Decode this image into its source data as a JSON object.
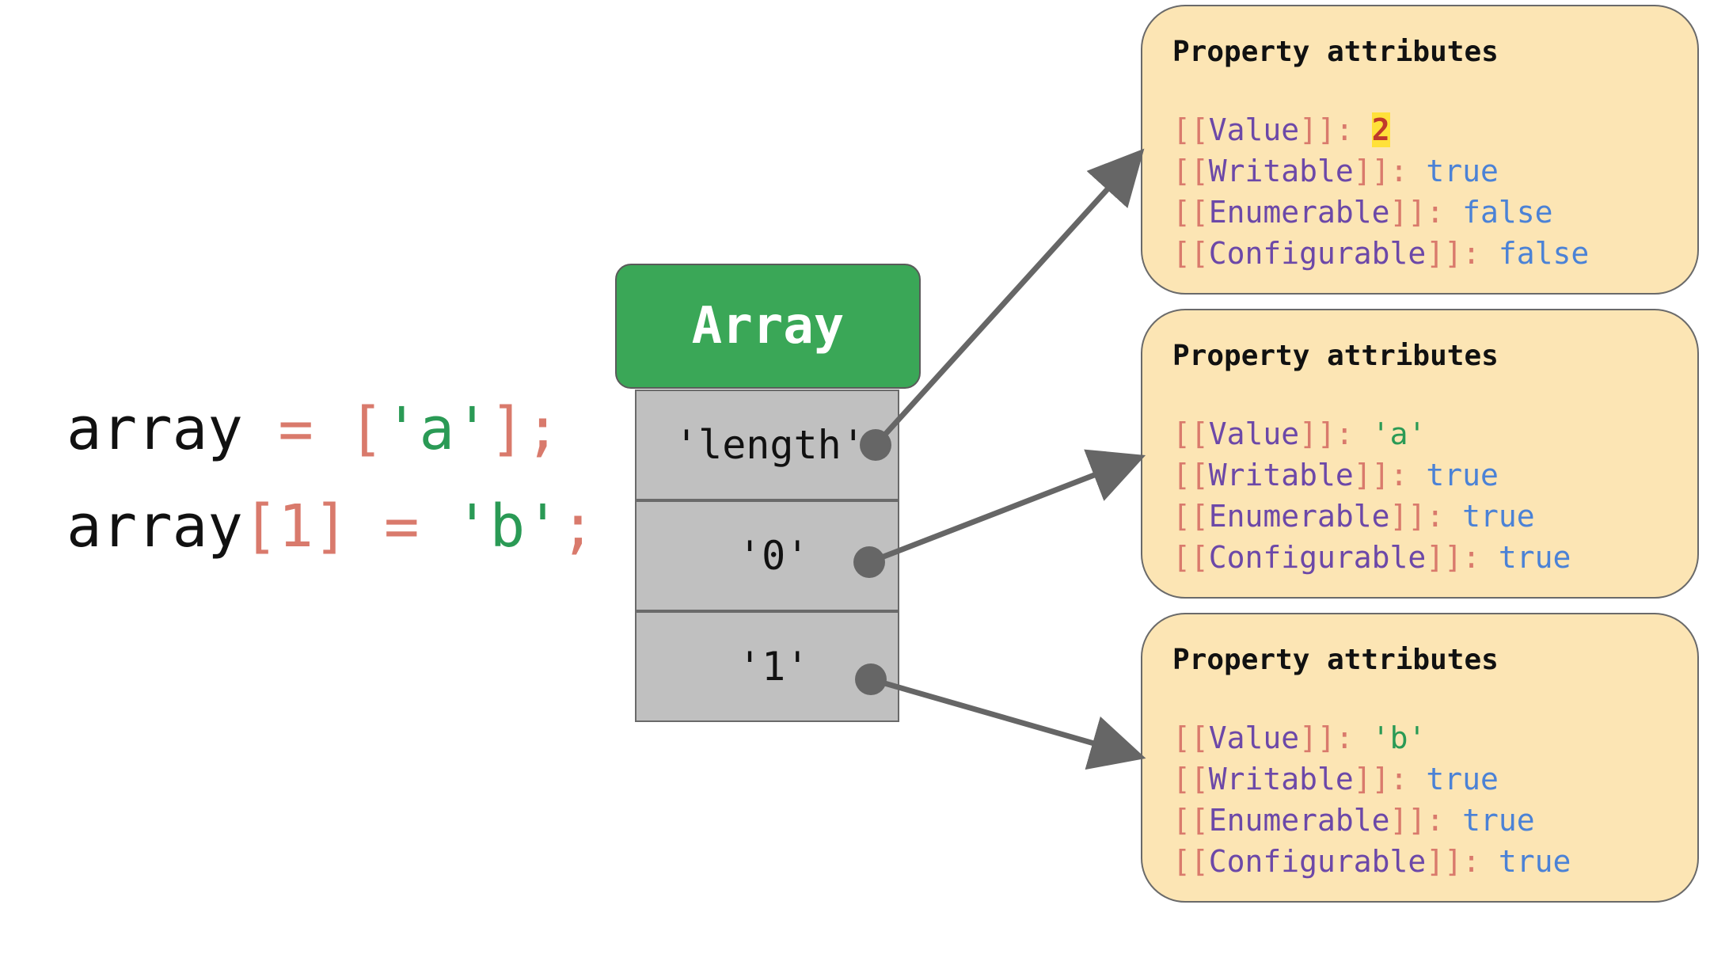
{
  "code": {
    "line1": {
      "ident": "array",
      "eq": " = ",
      "open": "[",
      "value": "'a'",
      "close": "]",
      "semi": ";"
    },
    "line2": {
      "ident": "array",
      "open": "[",
      "index": "1",
      "close": "]",
      "eq": " = ",
      "value": "'b'",
      "semi": ";"
    }
  },
  "array": {
    "label": "Array",
    "cells": [
      "'length'",
      "'0'",
      "'1'"
    ]
  },
  "attribute_boxes": [
    {
      "title": "Property attributes",
      "value": "2",
      "writable": "true",
      "enumerable": "false",
      "configurable": "false"
    },
    {
      "title": "Property attributes",
      "value": "'a'",
      "writable": "true",
      "enumerable": "true",
      "configurable": "true"
    },
    {
      "title": "Property attributes",
      "value": "'b'",
      "writable": "true",
      "enumerable": "true",
      "configurable": "true"
    }
  ],
  "attr_names": {
    "open": "[[",
    "close": "]]",
    "colon": ": ",
    "value": "Value",
    "writable": "Writable",
    "enumerable": "Enumerable",
    "configurable": "Configurable"
  },
  "colors": {
    "array_header": "#3aa757",
    "cell": "#c0c0c0",
    "attr_box": "#fce5b4",
    "arrow": "#666666",
    "bracket": "#d97a6c",
    "keyword": "#6c48a8",
    "boolean": "#4b82d6",
    "string": "#2a9a55",
    "highlight": "#ffe13a"
  }
}
